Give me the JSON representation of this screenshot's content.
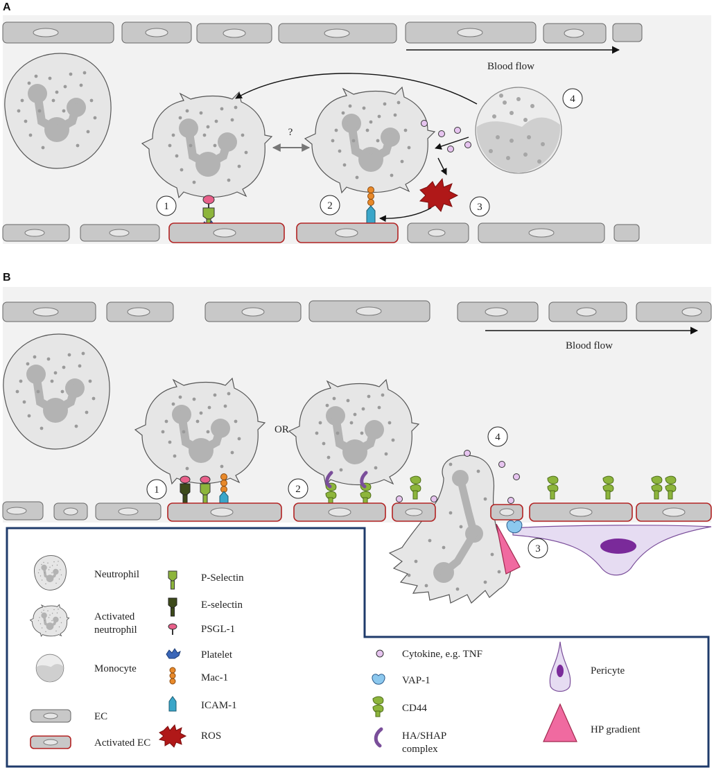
{
  "panels": {
    "a": {
      "letter": "A",
      "flow_label": "Blood flow",
      "question_mark": "?",
      "steps": [
        "1",
        "2",
        "3",
        "4"
      ]
    },
    "b": {
      "letter": "B",
      "flow_label": "Blood flow",
      "or_label": "OR",
      "steps": [
        "1",
        "2",
        "3",
        "4"
      ]
    }
  },
  "legend": {
    "items": [
      {
        "label": "Neutrophil",
        "icon": "neutrophil-icon"
      },
      {
        "label": "Activated neutrophil",
        "icon": "activated-neutrophil-icon"
      },
      {
        "label": "Monocyte",
        "icon": "monocyte-icon"
      },
      {
        "label": "EC",
        "icon": "ec-icon"
      },
      {
        "label": "Activated EC",
        "icon": "activated-ec-icon"
      },
      {
        "label": "P-Selectin",
        "icon": "p-selectin-icon"
      },
      {
        "label": "E-selectin",
        "icon": "e-selectin-icon"
      },
      {
        "label": "PSGL-1",
        "icon": "psgl1-icon"
      },
      {
        "label": "Platelet",
        "icon": "platelet-icon"
      },
      {
        "label": "Mac-1",
        "icon": "mac1-icon"
      },
      {
        "label": "ICAM-1",
        "icon": "icam1-icon"
      },
      {
        "label": "ROS",
        "icon": "ros-icon"
      },
      {
        "label": "Cytokine, e.g. TNF",
        "icon": "cytokine-icon"
      },
      {
        "label": "VAP-1",
        "icon": "vap1-icon"
      },
      {
        "label": "CD44",
        "icon": "cd44-icon"
      },
      {
        "label": "HA/SHAP complex",
        "icon": "ha-shap-icon"
      },
      {
        "label": "Pericyte",
        "icon": "pericyte-icon"
      },
      {
        "label": "HP gradient",
        "icon": "hp-gradient-icon"
      }
    ]
  },
  "colors": {
    "vessel_bg": "#f2f2f2",
    "ec_fill": "#c8c8c8",
    "activated_ec_border": "#b22222",
    "legend_border": "#1f3b6b",
    "selectin": "#8db53c",
    "e_selectin": "#3d4a1a",
    "psgl1": "#e8608a",
    "mac1": "#e8892a",
    "icam1": "#3aa6c9",
    "ros": "#b01818",
    "cytokine": "#e6c4ef",
    "pericyte": "#e6dcf2",
    "hp": "#f06aa0"
  }
}
